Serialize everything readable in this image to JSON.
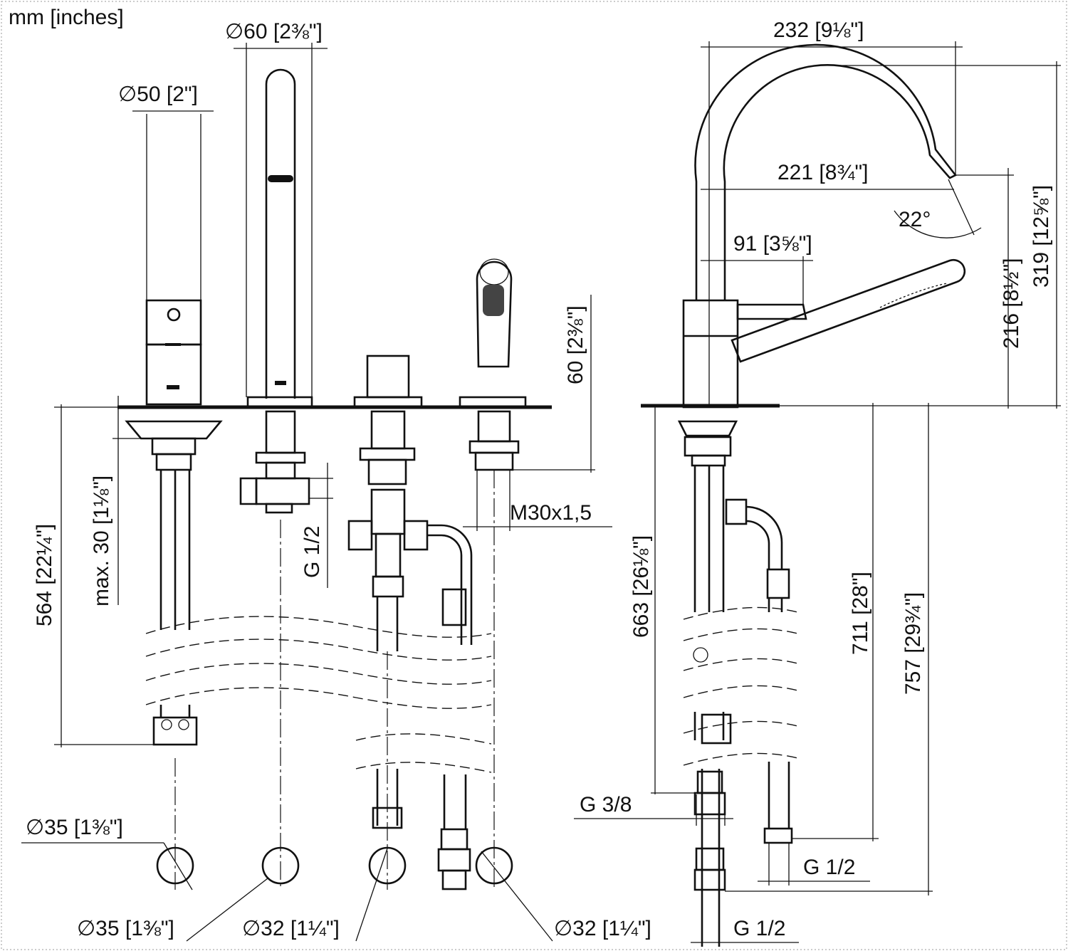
{
  "units_label": "mm [inches]",
  "dimensions": {
    "d60": {
      "mm": "60",
      "inch": "2⅜\""
    },
    "d50": {
      "mm": "50",
      "inch": "2\""
    },
    "w232": {
      "mm": "232",
      "inch": "9⅛\""
    },
    "w221": {
      "mm": "221",
      "inch": "8¾\""
    },
    "w91": {
      "mm": "91",
      "inch": "3⅝\""
    },
    "angle": "22°",
    "h319": {
      "mm": "319",
      "inch": "12⅝\""
    },
    "h216": {
      "mm": "216",
      "inch": "8½\""
    },
    "h60": {
      "mm": "60",
      "inch": "2⅜\""
    },
    "h564": {
      "mm": "564",
      "inch": "22¼\""
    },
    "max30": {
      "mm": "max. 30",
      "inch": "1⅛\""
    },
    "h663": {
      "mm": "663",
      "inch": "26⅛\""
    },
    "h711": {
      "mm": "711",
      "inch": "28\""
    },
    "h757": {
      "mm": "757",
      "inch": "29¾\""
    },
    "d35a": {
      "mm": "35",
      "inch": "1⅜\""
    },
    "d35b": {
      "mm": "35",
      "inch": "1⅜\""
    },
    "d32a": {
      "mm": "32",
      "inch": "1¼\""
    },
    "d32b": {
      "mm": "32",
      "inch": "1¼\""
    }
  },
  "threads": {
    "m30": "M30x1,5",
    "g12_left": "G 1/2",
    "g38": "G 3/8",
    "g12_right": "G 1/2",
    "g12_bottom": "G 1/2"
  },
  "symbols": {
    "diameter": "∅"
  }
}
